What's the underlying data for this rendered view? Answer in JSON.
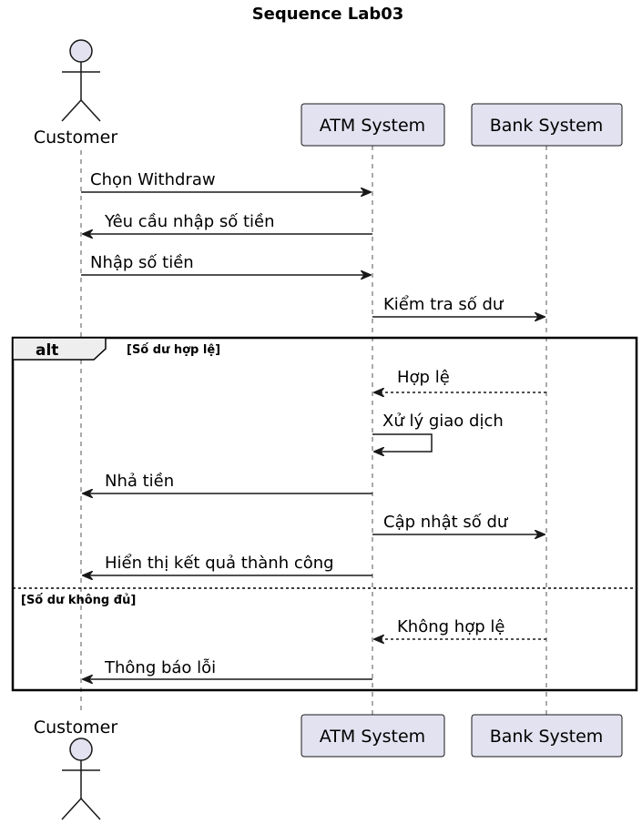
{
  "title": "Sequence Lab03",
  "participants": [
    {
      "id": "customer",
      "label": "Customer",
      "kind": "actor"
    },
    {
      "id": "atm",
      "label": "ATM System",
      "kind": "participant"
    },
    {
      "id": "bank",
      "label": "Bank System",
      "kind": "participant"
    }
  ],
  "messages": [
    {
      "text": "Chọn Withdraw",
      "from": "customer",
      "to": "atm",
      "style": "solid"
    },
    {
      "text": "Yêu cầu nhập số tiền",
      "from": "atm",
      "to": "customer",
      "style": "solid"
    },
    {
      "text": "Nhập số tiền",
      "from": "customer",
      "to": "atm",
      "style": "solid"
    },
    {
      "text": "Kiểm tra số dư",
      "from": "atm",
      "to": "bank",
      "style": "solid"
    },
    {
      "text": "Hợp lệ",
      "from": "bank",
      "to": "atm",
      "style": "dashed"
    },
    {
      "text": "Xử lý giao dịch",
      "from": "atm",
      "to": "atm",
      "style": "solid"
    },
    {
      "text": "Nhả tiền",
      "from": "atm",
      "to": "customer",
      "style": "solid"
    },
    {
      "text": "Cập nhật số dư",
      "from": "atm",
      "to": "bank",
      "style": "solid"
    },
    {
      "text": "Hiển thị kết quả thành công",
      "from": "atm",
      "to": "customer",
      "style": "solid"
    },
    {
      "text": "Không hợp lệ",
      "from": "bank",
      "to": "atm",
      "style": "dashed"
    },
    {
      "text": "Thông báo lỗi",
      "from": "atm",
      "to": "customer",
      "style": "solid"
    }
  ],
  "fragment": {
    "keyword": "alt",
    "guard1": "[Số dư hợp lệ]",
    "guard2": "[Số dư không đủ]"
  },
  "colors": {
    "participant_fill": "#e2e2f0",
    "border": "#181818"
  },
  "icons": {
    "actor": "stick-figure-icon"
  }
}
